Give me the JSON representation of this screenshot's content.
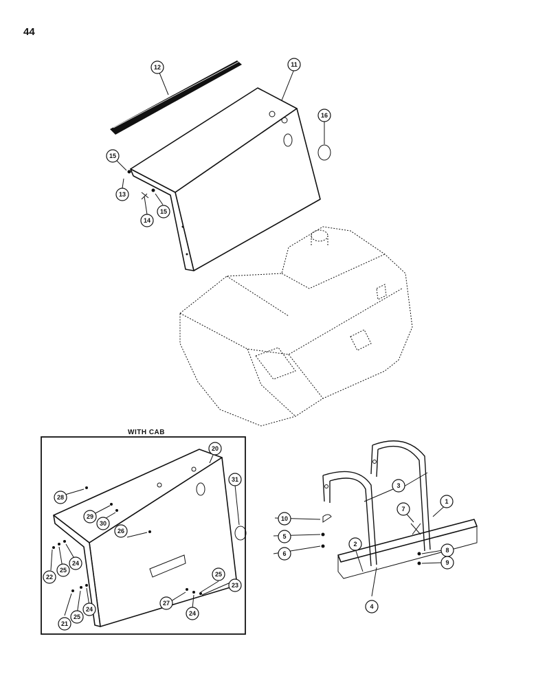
{
  "page_number": "44",
  "inset": {
    "title": "WITH CAB"
  },
  "callouts": [
    {
      "id": "c12",
      "label": "12"
    },
    {
      "id": "c11",
      "label": "11"
    },
    {
      "id": "c16",
      "label": "16"
    },
    {
      "id": "c15a",
      "label": "15"
    },
    {
      "id": "c13",
      "label": "13"
    },
    {
      "id": "c14",
      "label": "14"
    },
    {
      "id": "c15b",
      "label": "15"
    },
    {
      "id": "c20",
      "label": "20"
    },
    {
      "id": "c28",
      "label": "28"
    },
    {
      "id": "c31",
      "label": "31"
    },
    {
      "id": "c29",
      "label": "29"
    },
    {
      "id": "c30",
      "label": "30"
    },
    {
      "id": "c26",
      "label": "26"
    },
    {
      "id": "c22",
      "label": "22"
    },
    {
      "id": "c25a",
      "label": "25"
    },
    {
      "id": "c24a",
      "label": "24"
    },
    {
      "id": "c25b",
      "label": "25"
    },
    {
      "id": "c23",
      "label": "23"
    },
    {
      "id": "c27",
      "label": "27"
    },
    {
      "id": "c24b",
      "label": "24"
    },
    {
      "id": "c21",
      "label": "21"
    },
    {
      "id": "c25c",
      "label": "25"
    },
    {
      "id": "c24c",
      "label": "24"
    },
    {
      "id": "c3",
      "label": "3"
    },
    {
      "id": "c1",
      "label": "1"
    },
    {
      "id": "c10",
      "label": "10"
    },
    {
      "id": "c7",
      "label": "7"
    },
    {
      "id": "c5",
      "label": "5"
    },
    {
      "id": "c6",
      "label": "6"
    },
    {
      "id": "c2",
      "label": "2"
    },
    {
      "id": "c8",
      "label": "8"
    },
    {
      "id": "c9",
      "label": "9"
    },
    {
      "id": "c4",
      "label": "4"
    }
  ]
}
